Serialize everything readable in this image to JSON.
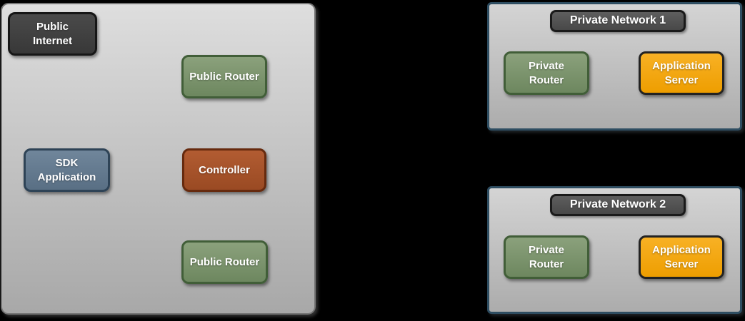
{
  "canvas": {
    "background_color": "#000000"
  },
  "palette": {
    "zone_fill": "#c4c4c4",
    "zone_border_gray": "#757575",
    "private_network_border_blue": "#2e4d61",
    "dark_node_gray": "#404040",
    "router_green": "#7b9368",
    "sdk_application_blue": "#64798d",
    "controller_rust": "#a65129",
    "application_server_orange": "#f2a40e",
    "label_text": "#ffffff"
  },
  "public_zone": {
    "nodes": {
      "public_internet": "Public Internet",
      "public_router_top": "Public Router",
      "sdk_application": "SDK Application",
      "controller": "Controller",
      "public_router_bottom": "Public Router"
    }
  },
  "private_network_1": {
    "title": "Private Network 1",
    "nodes": {
      "private_router": "Private Router",
      "application_server": "Application Server"
    }
  },
  "private_network_2": {
    "title": "Private Network 2",
    "nodes": {
      "private_router": "Private Router",
      "application_server": "Application Server"
    }
  }
}
